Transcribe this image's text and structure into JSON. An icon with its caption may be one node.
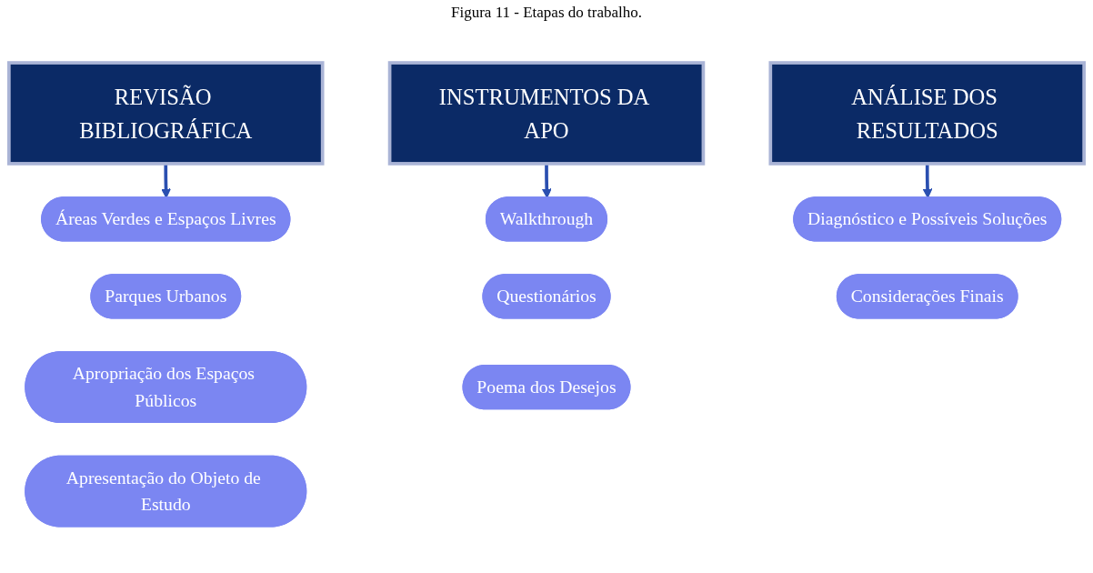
{
  "diagram": {
    "title": "Figura 11 - Etapas do trabalho.",
    "nodes": [
      {
        "text": [
          "REVISÃO BIBLIOGRÁFICA"
        ]
      },
      {
        "text": [
          "Áreas Verdes e Espaços Livres"
        ]
      },
      {
        "text": [
          "Parques Urbanos"
        ]
      },
      {
        "text": [
          "Apropriação dos Espaços Públicos"
        ]
      },
      {
        "text": [
          "Apresentação do Objeto de Estudo"
        ]
      },
      {
        "text": [
          "INSTRUMENTOS DA APO"
        ]
      },
      {
        "text": [
          "Walkthrough"
        ]
      },
      {
        "text": [
          "Questionários"
        ]
      },
      {
        "text": [
          "Poema dos Desejos"
        ]
      },
      {
        "text": [
          "ANÁLISE DOS RESULTADOS"
        ]
      },
      {
        "text": [
          "Diagnóstico e Possíveis Soluções"
        ]
      },
      {
        "text": [
          "Considerações Finais"
        ]
      }
    ],
    "edges": [
      {
        "from": 0,
        "to": 1,
        "arrow": "to"
      },
      {
        "from": 5,
        "to": 6,
        "arrow": "to"
      },
      {
        "from": 9,
        "to": 10,
        "arrow": "to"
      }
    ]
  }
}
